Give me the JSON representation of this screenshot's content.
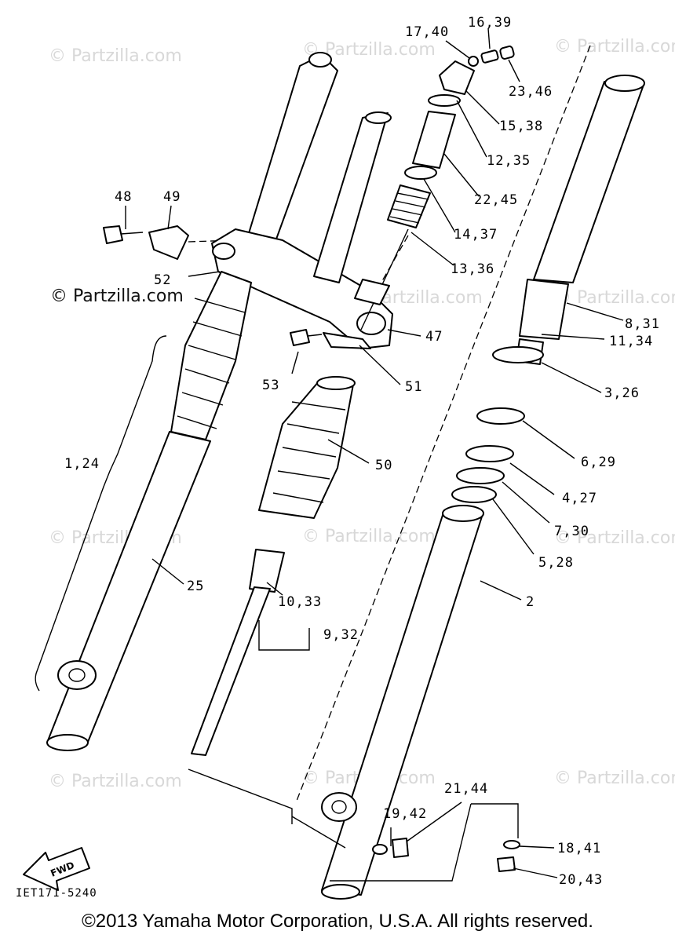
{
  "watermark": "© Partzilla.com",
  "watermark_main": "© Partzilla.com",
  "diagram_code": "IET171-5240",
  "fwd_label": "FWD",
  "copyright": "©2013 Yamaha Motor Corporation, U.S.A. All rights reserved.",
  "callouts": {
    "c_17_40": "17,40",
    "c_16_39": "16,39",
    "c_23_46": "23,46",
    "c_15_38": "15,38",
    "c_12_35": "12,35",
    "c_22_45": "22,45",
    "c_14_37": "14,37",
    "c_13_36": "13,36",
    "c_48": "48",
    "c_49": "49",
    "c_52": "52",
    "c_47": "47",
    "c_8_31": "8,31",
    "c_11_34": "11,34",
    "c_3_26": "3,26",
    "c_53": "53",
    "c_51": "51",
    "c_1_24": "1,24",
    "c_50": "50",
    "c_6_29": "6,29",
    "c_4_27": "4,27",
    "c_7_30": "7,30",
    "c_5_28": "5,28",
    "c_25": "25",
    "c_10_33": "10,33",
    "c_9_32": "9,32",
    "c_2": "2",
    "c_21_44": "21,44",
    "c_19_42": "19,42",
    "c_18_41": "18,41",
    "c_20_43": "20,43"
  }
}
